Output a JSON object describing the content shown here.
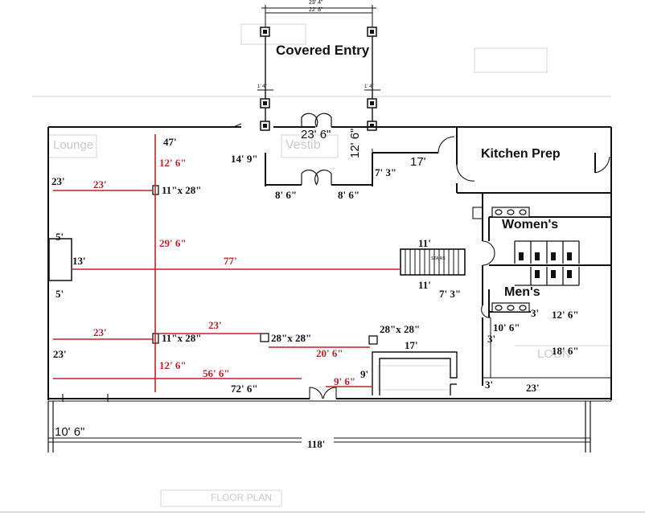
{
  "rooms": {
    "covered_entry": "Covered Entry",
    "kitchen_prep": "Kitchen Prep",
    "womens": "Women's",
    "mens": "Men's"
  },
  "entry_dims": {
    "top_outer": "23' 4\"",
    "top_inner": "22' 8\"",
    "post_left": "1' 4\"",
    "post_right": "1' 4\"",
    "width": "23' 6\"",
    "depth": "12' 6\""
  },
  "dims": {
    "d47": "47'",
    "d14_9": "14' 9\"",
    "d7_3_top": "7' 3\"",
    "d17_top": "17'",
    "d8_6_left": "8' 6\"",
    "d8_6_right": "8' 6\"",
    "d23_left_top": "23'",
    "d5_top": "5'",
    "d13": "13'",
    "d5_bot": "5'",
    "d23_left_bot": "23'",
    "d11_top": "11'",
    "d11_bot": "11'",
    "d7_3_mid": "7' 3\"",
    "d3_mens": "3'",
    "d12_6_mens": "12' 6\"",
    "d10_6_right": "10' 6\"",
    "d3_right": "3'",
    "d17_bar": "17'",
    "d18_6": "18' 6\"",
    "d3_bottom": "3'",
    "d23_bottom": "23'",
    "d72_6": "72' 6\"",
    "d10_6_porch": "10' 6\"",
    "d118": "118'",
    "d9": "9'",
    "col1": "11\"x 28\"",
    "col2": "11\"x 28\"",
    "col3": "28\"x 28\"",
    "col4": "28\"x 28\"",
    "stairs": "STAIRS"
  },
  "red_dims": {
    "r12_6_top": "12' 6\"",
    "r23_top": "23'",
    "r29_6": "29' 6\"",
    "r77": "77'",
    "r23_left": "23'",
    "r23_mid": "23'",
    "r20_6": "20' 6\"",
    "r12_6_bot": "12' 6\"",
    "r56_6": "56' 6\"",
    "r9_6": "9' 6\""
  },
  "faint_labels": {
    "floor_plan": "FLOOR PLAN",
    "vestibule": "Vestib",
    "lounge": "Lounge",
    "lounge_right": "LOUN"
  },
  "colors": {
    "line": "#111111",
    "red": "#c0242a",
    "faint": "#cfcfcf"
  }
}
